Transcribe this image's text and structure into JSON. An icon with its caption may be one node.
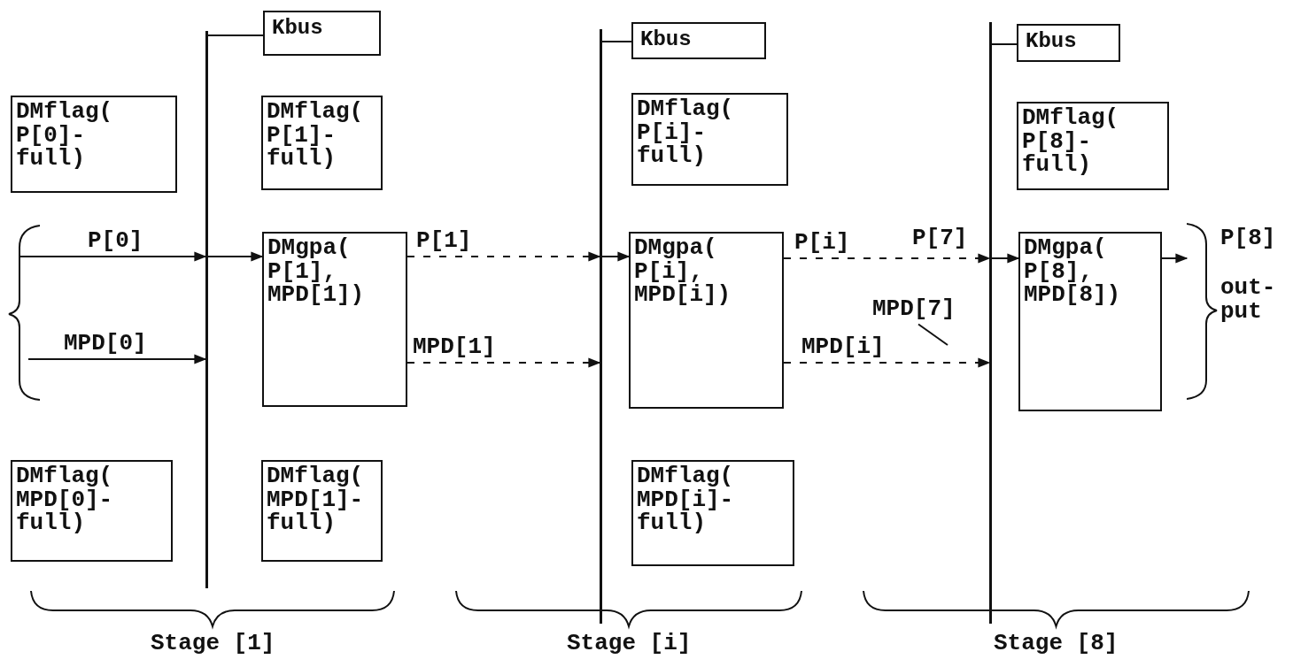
{
  "diagram": {
    "nodes": [
      {
        "text": [
          "Kbus"
        ]
      },
      {
        "text": [],
        "shape": "bar"
      },
      {
        "text": [
          "DMflag( P[0]- full)"
        ]
      },
      {
        "text": [
          "DMflag( P[1]- full)"
        ]
      },
      {
        "text": [
          "DMgpa( P[1], MPD[1])"
        ]
      },
      {
        "text": [
          "DMflag( MPD[0]- full)"
        ]
      },
      {
        "text": [
          "DMflag( MPD[1]- full)"
        ]
      },
      {
        "text": [
          "Kbus"
        ]
      },
      {
        "text": [],
        "shape": "bar"
      },
      {
        "text": [
          "DMflag( P[i]- full)"
        ]
      },
      {
        "text": [
          "DMgpa( P[i], MPD[i])"
        ]
      },
      {
        "text": [
          "DMflag( MPD[i]- full)"
        ]
      },
      {
        "text": [
          "Kbus"
        ]
      },
      {
        "text": [],
        "shape": "bar"
      },
      {
        "text": [
          "DMflag( P[8]- full)"
        ]
      },
      {
        "text": [
          "DMgpa( P[8], MPD[8])"
        ]
      },
      {
        "text": [
          "MPD[7]"
        ]
      },
      {
        "text": [],
        "shape": "brace"
      }
    ],
    "edges": [
      {
        "from": 1,
        "to": 0,
        "arrow": "none"
      },
      {
        "from": null,
        "to": 1,
        "arrow": "to",
        "label": "P[0]"
      },
      {
        "from": null,
        "to": 1,
        "arrow": "to",
        "label": "MPD[0]"
      },
      {
        "from": 1,
        "to": 4,
        "arrow": "to"
      },
      {
        "from": 4,
        "to": 8,
        "arrow": "to",
        "label": "P[1]",
        "style": "dashed"
      },
      {
        "from": 4,
        "to": 8,
        "arrow": "to",
        "label": "MPD[1]",
        "style": "dashed"
      },
      {
        "from": 8,
        "to": 7,
        "arrow": "none"
      },
      {
        "from": 8,
        "to": 10,
        "arrow": "to"
      },
      {
        "from": 10,
        "to": 13,
        "arrow": "to",
        "label": "P[i]",
        "style": "dashed"
      },
      {
        "from": 10,
        "to": 13,
        "arrow": "to",
        "label": "MPD[i]",
        "style": "dashed"
      },
      {
        "from": 13,
        "to": 12,
        "arrow": "none"
      },
      {
        "from": 13,
        "to": 15,
        "arrow": "to"
      },
      {
        "from": 15,
        "to": 17,
        "arrow": "to"
      },
      {
        "from": 16,
        "to": null,
        "arrow": "none"
      }
    ],
    "labels": [
      "P[7]",
      "P[8]",
      "out- put",
      "Stage [1]",
      "Stage [i]",
      "Stage [8]"
    ]
  }
}
